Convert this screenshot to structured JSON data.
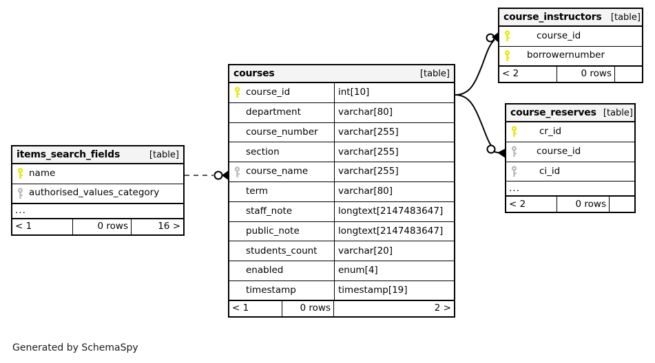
{
  "diagram": {
    "type": "entity-relationship-diagram",
    "generator_caption": "Generated by SchemaSpy",
    "table_tag": "[table]",
    "rows_label": "0 rows",
    "ellipsis": "..."
  },
  "tables": {
    "courses": {
      "name": "courses",
      "tag": "[table]",
      "columns": [
        {
          "key": "primary",
          "name": "course_id",
          "type": "int[10]"
        },
        {
          "key": "none",
          "name": "department",
          "type": "varchar[80]"
        },
        {
          "key": "none",
          "name": "course_number",
          "type": "varchar[255]"
        },
        {
          "key": "none",
          "name": "section",
          "type": "varchar[255]"
        },
        {
          "key": "index",
          "name": "course_name",
          "type": "varchar[255]"
        },
        {
          "key": "none",
          "name": "term",
          "type": "varchar[80]"
        },
        {
          "key": "none",
          "name": "staff_note",
          "type": "longtext[2147483647]"
        },
        {
          "key": "none",
          "name": "public_note",
          "type": "longtext[2147483647]"
        },
        {
          "key": "none",
          "name": "students_count",
          "type": "varchar[20]"
        },
        {
          "key": "none",
          "name": "enabled",
          "type": "enum[4]"
        },
        {
          "key": "none",
          "name": "timestamp",
          "type": "timestamp[19]"
        }
      ],
      "footer": {
        "left": "< 1",
        "middle": "0 rows",
        "right": "2 >"
      }
    },
    "items_search_fields": {
      "name": "items_search_fields",
      "tag": "[table]",
      "columns": [
        {
          "key": "primary",
          "name": "name",
          "type": ""
        },
        {
          "key": "index",
          "name": "authorised_values_category",
          "type": ""
        }
      ],
      "more": "...",
      "footer": {
        "left": "< 1",
        "middle": "0 rows",
        "right": "16 >"
      }
    },
    "course_instructors": {
      "name": "course_instructors",
      "tag": "[table]",
      "columns": [
        {
          "key": "primary",
          "name": "course_id",
          "type": ""
        },
        {
          "key": "primary",
          "name": "borrowernumber",
          "type": ""
        }
      ],
      "footer": {
        "left": "< 2",
        "middle": "0 rows",
        "right": ""
      }
    },
    "course_reserves": {
      "name": "course_reserves",
      "tag": "[table]",
      "columns": [
        {
          "key": "primary",
          "name": "cr_id",
          "type": ""
        },
        {
          "key": "index",
          "name": "course_id",
          "type": ""
        },
        {
          "key": "index",
          "name": "ci_id",
          "type": ""
        }
      ],
      "more": "...",
      "footer": {
        "left": "< 2",
        "middle": "0 rows",
        "right": ""
      }
    }
  },
  "relationships": [
    {
      "from": "items_search_fields",
      "to": "courses",
      "style": "dashed",
      "end_marker": "crowsfoot-arrow"
    },
    {
      "from": "courses",
      "to": "course_instructors",
      "style": "solid",
      "end_marker": "crowsfoot-arrow"
    },
    {
      "from": "courses",
      "to": "course_reserves",
      "style": "solid",
      "end_marker": "crowsfoot-arrow"
    }
  ],
  "colors": {
    "primary_key": "#e6e600",
    "index_key": "#b3b3b3",
    "header_background": "#f4f4f4",
    "border": "#000000",
    "background": "#ffffff"
  }
}
